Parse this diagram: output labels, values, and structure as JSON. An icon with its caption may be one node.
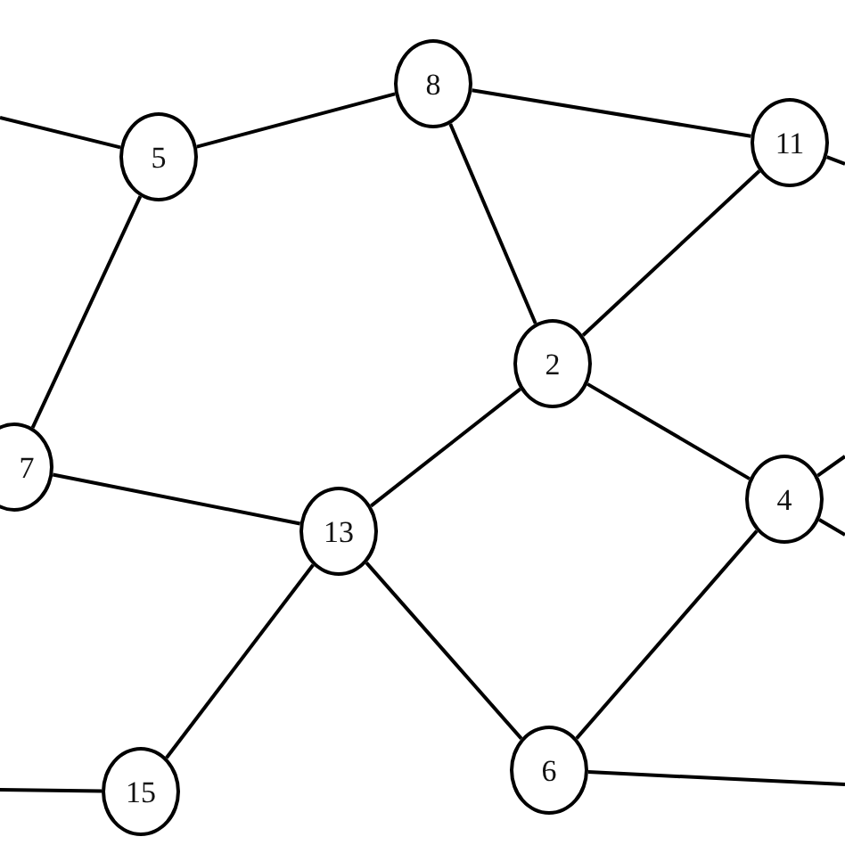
{
  "diagram": {
    "nodes": [
      {
        "text": [
          "8"
        ]
      },
      {
        "text": [
          "5"
        ]
      },
      {
        "text": [
          "11"
        ]
      },
      {
        "text": [
          "2"
        ]
      },
      {
        "text": [
          "7"
        ]
      },
      {
        "text": [
          "13"
        ]
      },
      {
        "text": [
          "4"
        ]
      },
      {
        "text": [
          "15"
        ]
      },
      {
        "text": [
          "6"
        ]
      }
    ],
    "edges": [
      {
        "from": null,
        "to": 1,
        "arrow": "none"
      },
      {
        "from": 1,
        "to": 0,
        "arrow": "none"
      },
      {
        "from": 0,
        "to": 2,
        "arrow": "none"
      },
      {
        "from": 2,
        "to": null,
        "arrow": "none"
      },
      {
        "from": 1,
        "to": 4,
        "arrow": "none"
      },
      {
        "from": 0,
        "to": 3,
        "arrow": "none"
      },
      {
        "from": 2,
        "to": 3,
        "arrow": "none"
      },
      {
        "from": 4,
        "to": 5,
        "arrow": "none"
      },
      {
        "from": 3,
        "to": 5,
        "arrow": "none"
      },
      {
        "from": 3,
        "to": 6,
        "arrow": "none"
      },
      {
        "from": 6,
        "to": null,
        "arrow": "none"
      },
      {
        "from": 6,
        "to": null,
        "arrow": "none"
      },
      {
        "from": 5,
        "to": 7,
        "arrow": "none"
      },
      {
        "from": 5,
        "to": 8,
        "arrow": "none"
      },
      {
        "from": 8,
        "to": 6,
        "arrow": "none"
      },
      {
        "from": 7,
        "to": null,
        "arrow": "none"
      },
      {
        "from": 8,
        "to": null,
        "arrow": "none"
      }
    ]
  }
}
